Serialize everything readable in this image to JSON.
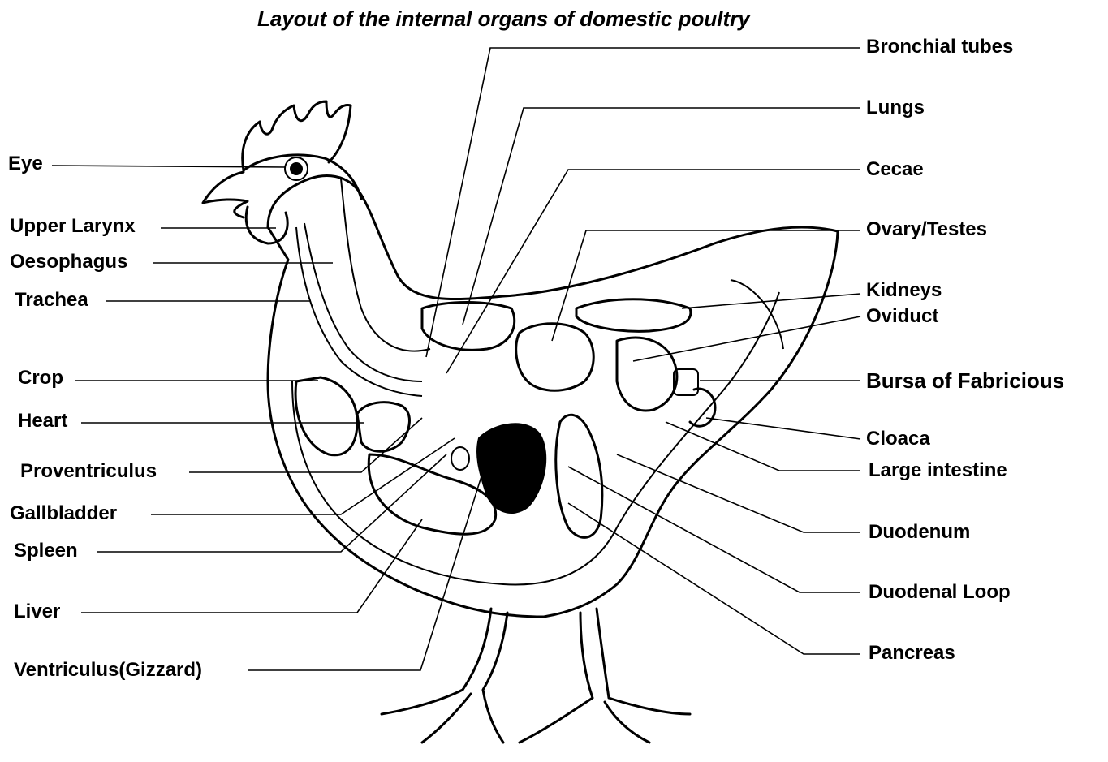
{
  "title": "Layout of the internal organs of domestic poultry",
  "labels_left": {
    "eye": "Eye",
    "upper_larynx": "Upper Larynx",
    "oesophagus": "Oesophagus",
    "trachea": "Trachea",
    "crop": "Crop",
    "heart": "Heart",
    "proventriculus": "Proventriculus",
    "gallbladder": "Gallbladder",
    "spleen": "Spleen",
    "liver": "Liver",
    "ventriculus": "Ventriculus(Gizzard)"
  },
  "labels_right": {
    "bronchial_tubes": "Bronchial tubes",
    "lungs": "Lungs",
    "cecae": "Cecae",
    "ovary_testes": "Ovary/Testes",
    "kidneys": "Kidneys",
    "oviduct": "Oviduct",
    "bursa": "Bursa of Fabricious",
    "cloaca": "Cloaca",
    "large_intestine": "Large intestine",
    "duodenum": "Duodenum",
    "duodenal_loop": "Duodenal Loop",
    "pancreas": "Pancreas"
  }
}
